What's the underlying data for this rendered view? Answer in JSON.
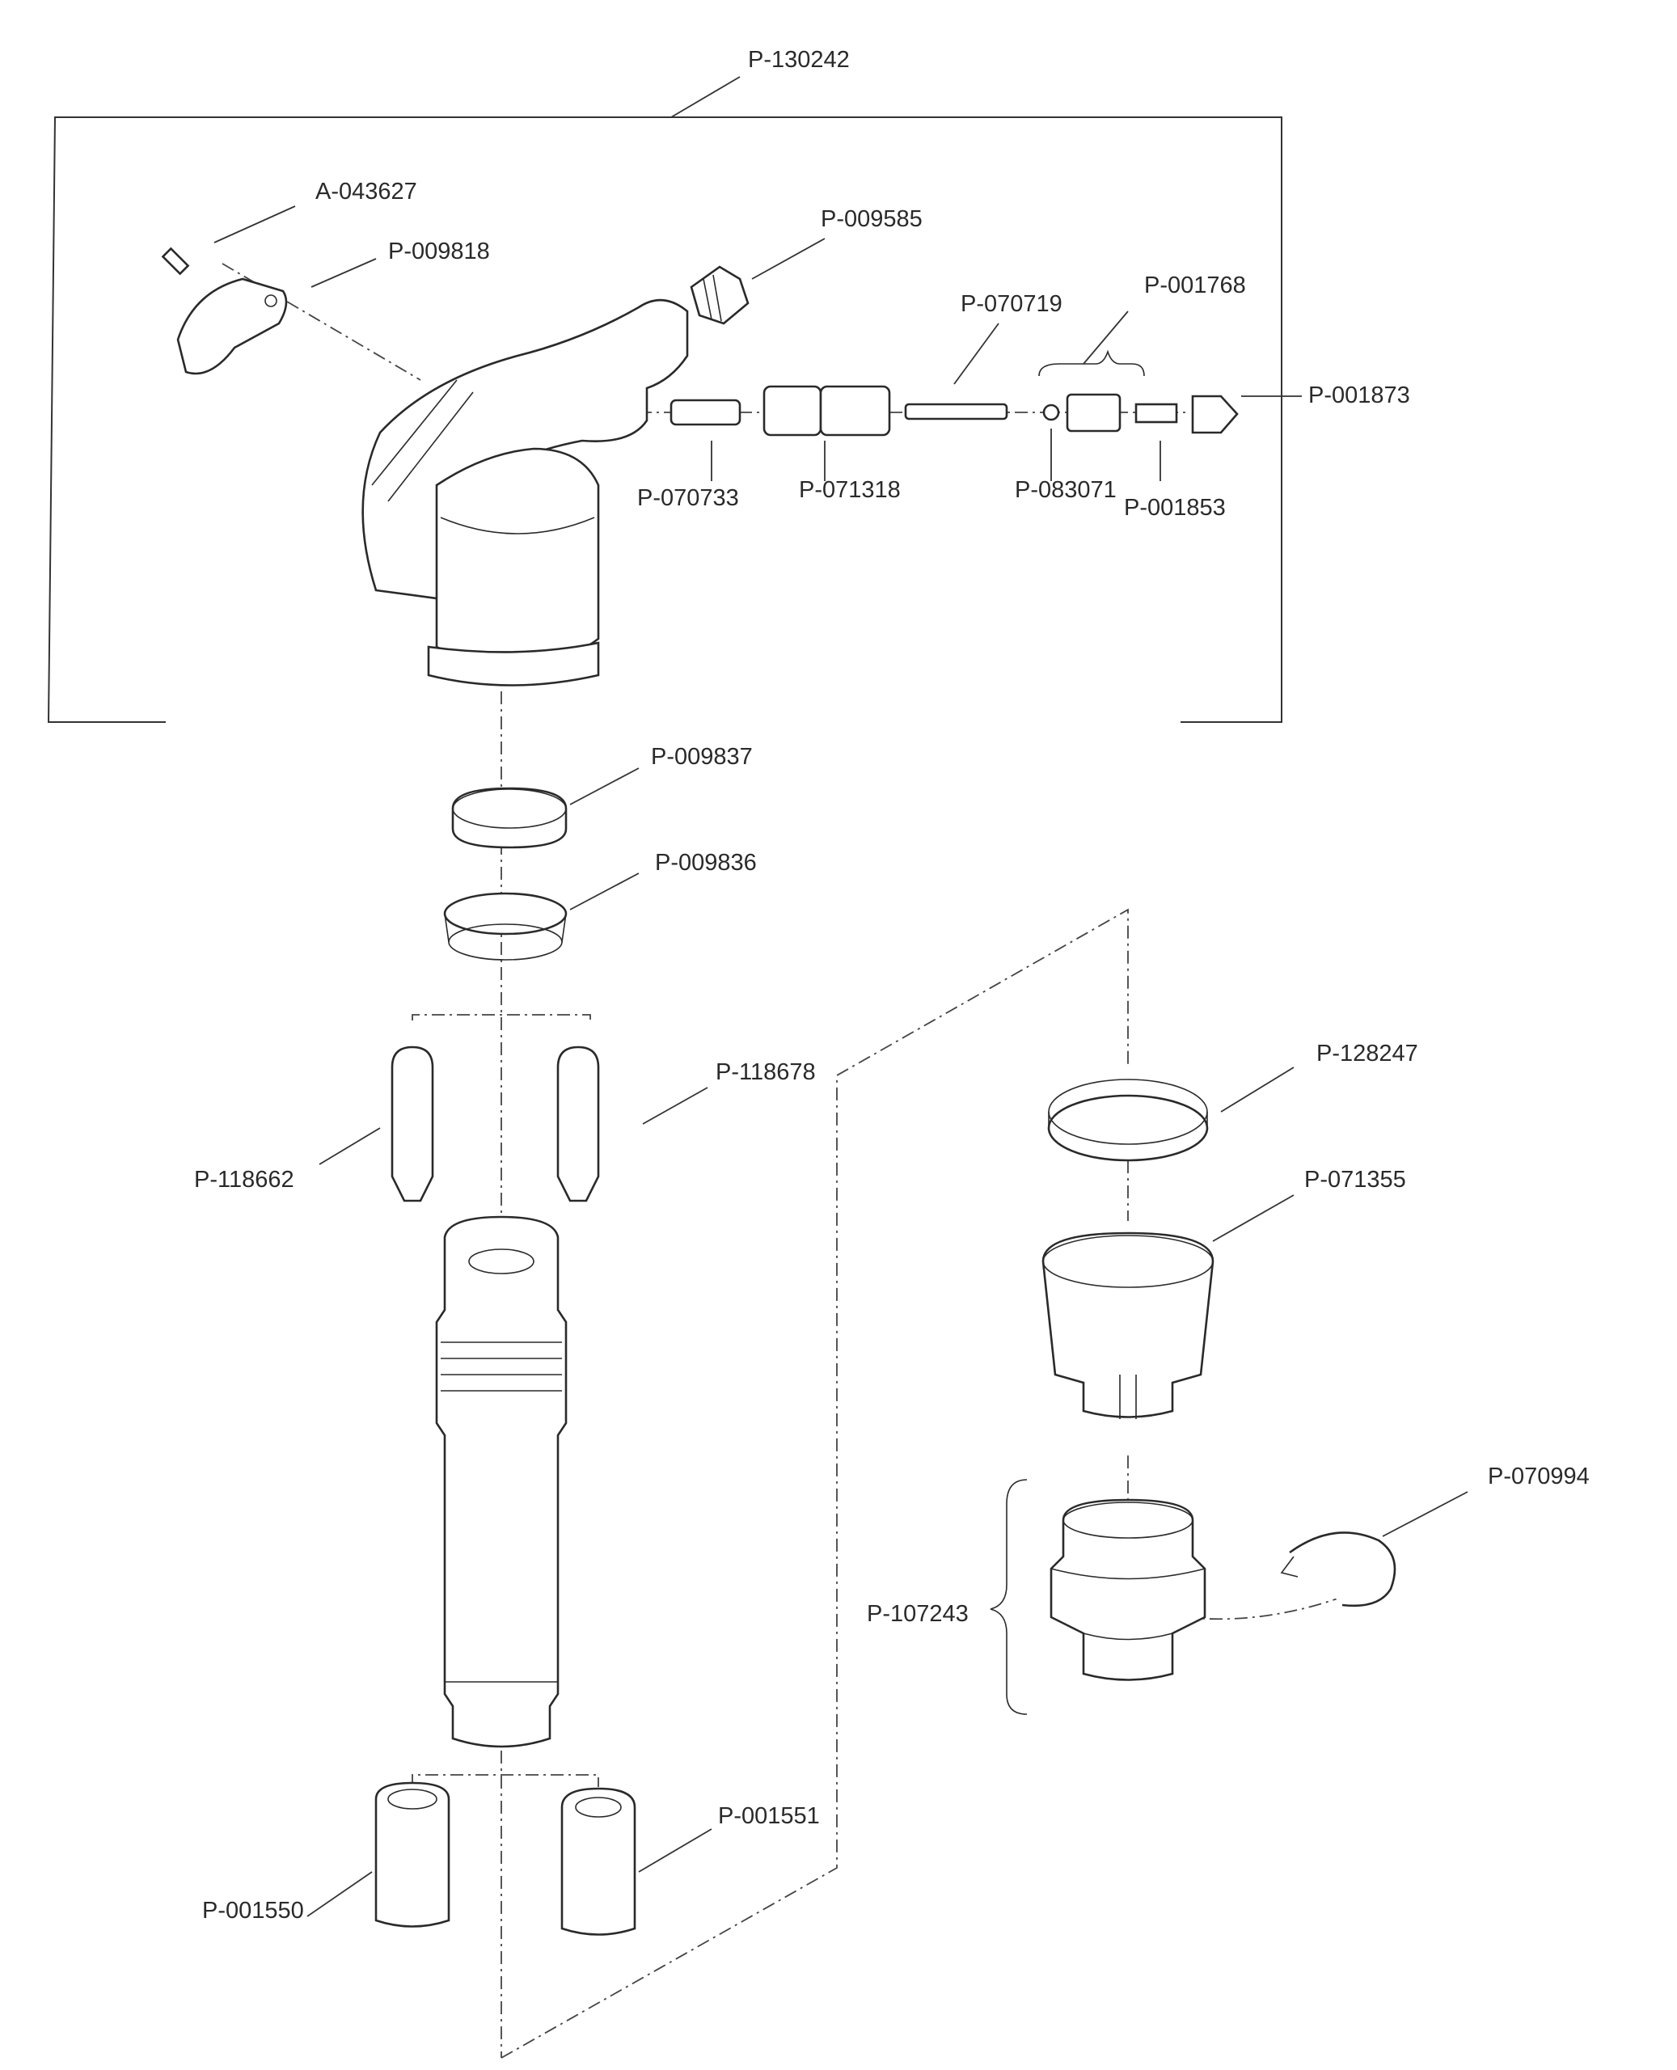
{
  "labels": [
    {
      "id": "p130242",
      "text": "P-130242"
    },
    {
      "id": "a043627",
      "text": "A-043627"
    },
    {
      "id": "p009818",
      "text": "P-009818"
    },
    {
      "id": "p009585",
      "text": "P-009585"
    },
    {
      "id": "p070719",
      "text": "P-070719"
    },
    {
      "id": "p001768",
      "text": "P-001768"
    },
    {
      "id": "p001873",
      "text": "P-001873"
    },
    {
      "id": "p070733",
      "text": "P-070733"
    },
    {
      "id": "p071318",
      "text": "P-071318"
    },
    {
      "id": "p083071",
      "text": "P-083071"
    },
    {
      "id": "p001853",
      "text": "P-001853"
    },
    {
      "id": "p009837",
      "text": "P-009837"
    },
    {
      "id": "p009836",
      "text": "P-009836"
    },
    {
      "id": "p118678",
      "text": "P-118678"
    },
    {
      "id": "p118662",
      "text": "P-118662"
    },
    {
      "id": "p128247",
      "text": "P-128247"
    },
    {
      "id": "p071355",
      "text": "P-071355"
    },
    {
      "id": "p070994",
      "text": "P-070994"
    },
    {
      "id": "p107243",
      "text": "P-107243"
    },
    {
      "id": "p001551",
      "text": "P-001551"
    },
    {
      "id": "p001550",
      "text": "P-001550"
    }
  ]
}
